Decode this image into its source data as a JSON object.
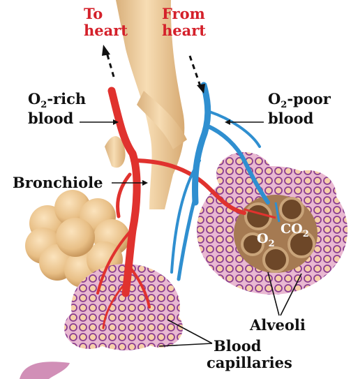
{
  "labels": {
    "to_heart": [
      "To",
      "heart"
    ],
    "from_heart": [
      "From",
      "heart"
    ],
    "o2_rich": [
      "O",
      "2",
      "-rich",
      "blood"
    ],
    "o2_poor": [
      "O",
      "2",
      "-poor",
      "blood"
    ],
    "bronchiole": "Bronchiole",
    "o2": [
      "O",
      "2"
    ],
    "co2": [
      "CO",
      "2"
    ],
    "alveoli": "Alveoli",
    "capillaries": [
      "Blood",
      "capillaries"
    ]
  },
  "colors": {
    "label_red": "#d4202a",
    "artery_red": "#e0322e",
    "vein_blue": "#2f8fd0",
    "bronchiole_tan": "#f1d2a4",
    "alveoli_purple": "#8e3f96",
    "alveoli_interior": "#a57a52"
  }
}
